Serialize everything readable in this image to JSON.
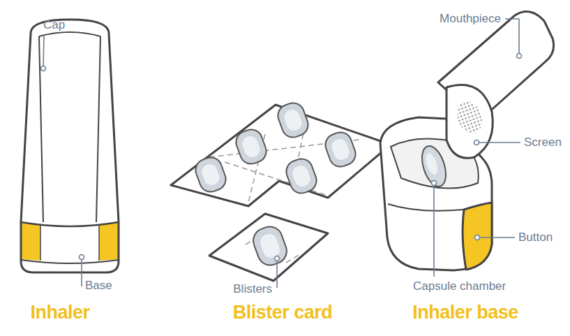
{
  "diagram": {
    "labels": [
      "Cap",
      "Base",
      "Inhaler",
      "Blisters",
      "Blister card",
      "Mouthpiece",
      "Screen",
      "Button",
      "Capsule chamber",
      "Inhaler base"
    ]
  }
}
